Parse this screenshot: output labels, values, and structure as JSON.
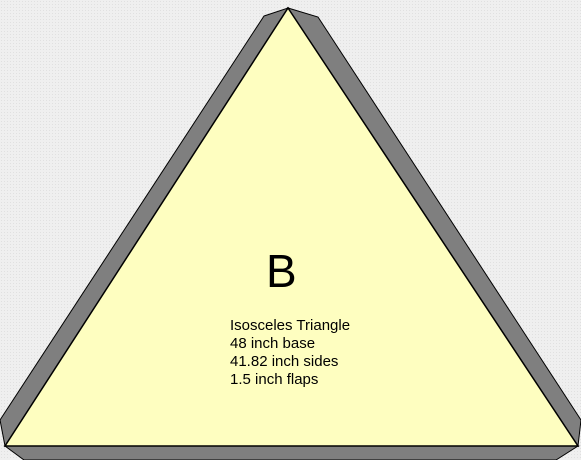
{
  "panel": {
    "label": "B",
    "lines": [
      "Isosceles Triangle",
      "48 inch base",
      "41.82 inch sides",
      "1.5 inch flaps"
    ]
  },
  "colors": {
    "background": "#efefef",
    "face": "#fefec0",
    "flap": "#7f7f7f",
    "outline": "#000000"
  }
}
